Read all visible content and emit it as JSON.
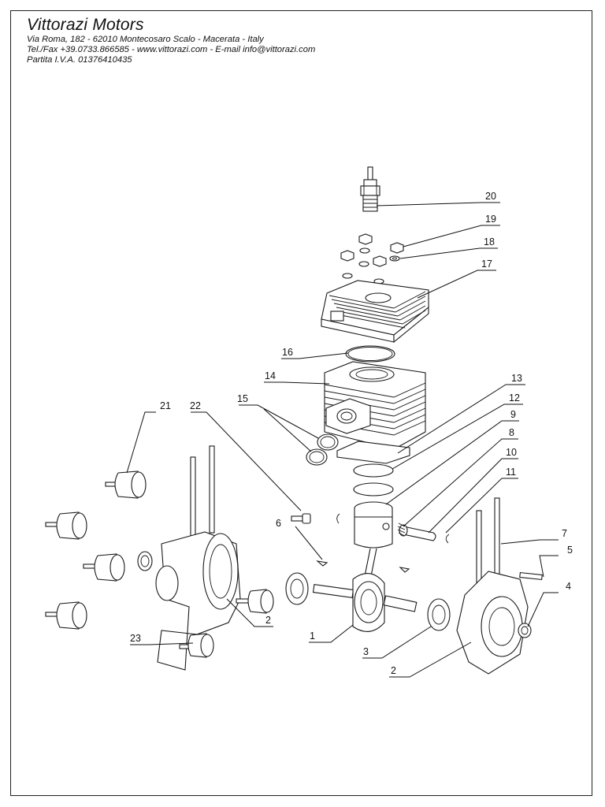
{
  "header": {
    "company": "Vittorazi Motors",
    "address": "Via Roma, 182 - 62010 Montecosaro Scalo - Macerata - Italy",
    "contact": "Tel./Fax +39.0733.866585 - www.vittorazi.com - E-mail info@vittorazi.com",
    "vat": "Partita I.V.A.  01376410435"
  },
  "callouts": {
    "c20": "20",
    "c19": "19",
    "c18": "18",
    "c17": "17",
    "c16": "16",
    "c14": "14",
    "c13": "13",
    "c12": "12",
    "c9": "9",
    "c8": "8",
    "c10": "10",
    "c11": "11",
    "c15": "15",
    "c21": "21",
    "c22": "22",
    "c6": "6",
    "c7": "7",
    "c5": "5",
    "c4": "4",
    "c2a": "2",
    "c1": "1",
    "c3": "3",
    "c2b": "2",
    "c23": "23"
  }
}
